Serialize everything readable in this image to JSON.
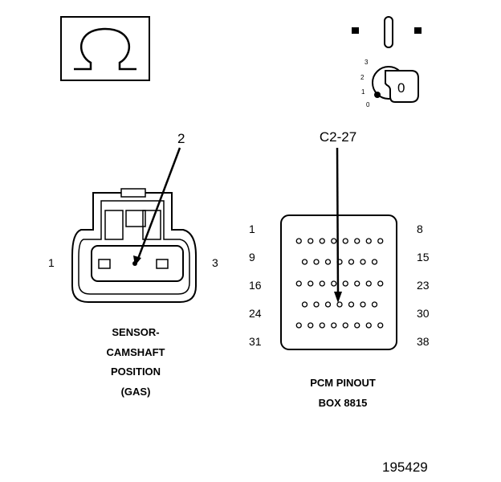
{
  "ohm_box": {
    "symbol": "Ω"
  },
  "ignition_key": {
    "positions": [
      "3",
      "2",
      "1",
      "0"
    ],
    "key_label": "0"
  },
  "sensor": {
    "callout": "2",
    "pin_left": "1",
    "pin_right": "3",
    "caption_lines": [
      "SENSOR-",
      "CAMSHAFT",
      "POSITION",
      "(GAS)"
    ]
  },
  "pcm": {
    "callout": "C2-27",
    "left_labels": [
      "1",
      "9",
      "16",
      "24",
      "31"
    ],
    "right_labels": [
      "8",
      "15",
      "23",
      "30",
      "38"
    ],
    "caption_lines": [
      "PCM PINOUT",
      "BOX 8815"
    ],
    "row_pin_counts": [
      8,
      7,
      8,
      7,
      8
    ]
  },
  "figure_number": "195429"
}
